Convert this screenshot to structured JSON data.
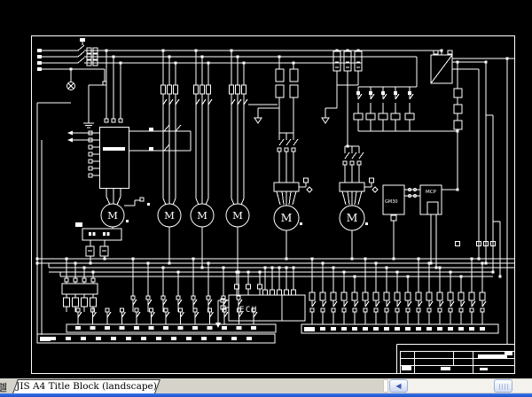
{
  "schematic": {
    "motor_label": "M",
    "ecu_label": "ECU",
    "drive_box_label": "GM30",
    "mcp_box_label": "MCP"
  },
  "tab_bar": {
    "partial_tab_label": "렐",
    "active_tab_label": "JIS A4 Title Block (landscape)"
  },
  "scrollbar": {
    "left_arrow_icon": "◀"
  },
  "colors": {
    "canvas_bg": "#000000",
    "line": "#ffffff",
    "tab_bar_bg": "#d6d3cb",
    "tab_active_bg": "#ffffff",
    "taskbar_blue": "#2463d6",
    "scrollbar_border": "#95b0e0",
    "scrollbar_arrow": "#3c57b0"
  }
}
